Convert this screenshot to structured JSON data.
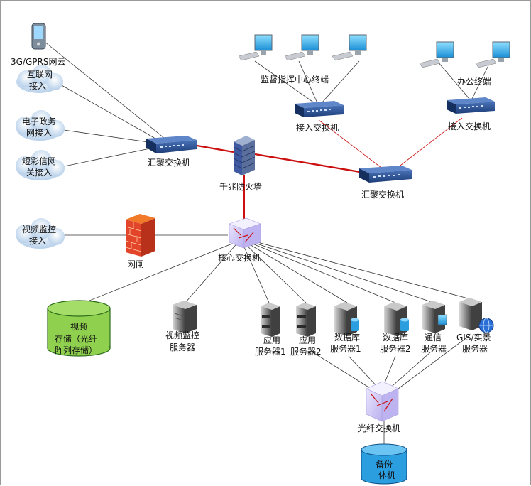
{
  "links": {
    "mobile": "3G/GPRS网云",
    "internet": [
      "互联网",
      "接入"
    ],
    "egov": [
      "电子政务",
      "网接入"
    ],
    "sms": [
      "短彩信网",
      "关接入"
    ],
    "video_access": [
      "视频监控",
      "接入"
    ]
  },
  "nodes": {
    "agg_switch_left": "汇聚交换机",
    "firewall": "千兆防火墙",
    "agg_switch_right": "汇聚交换机",
    "access_switch_1": "接入交换机",
    "access_switch_2": "接入交换机",
    "supervision_terminals": "监督指挥中心终端",
    "office_terminals": "办公终端",
    "gateway": "网闸",
    "core_switch": "核心交换机",
    "video_storage": [
      "视频",
      "存储（光纤",
      "阵列存储）"
    ],
    "video_server": [
      "视频监控",
      "服务器"
    ],
    "app_server_1": [
      "应用",
      "服务器1"
    ],
    "app_server_2": [
      "应用",
      "服务器2"
    ],
    "db_server_1": [
      "数据库",
      "服务器1"
    ],
    "db_server_2": [
      "数据库",
      "服务器2"
    ],
    "comm_server": [
      "通信",
      "服务器"
    ],
    "gis_server": [
      "GIS/实景",
      "服务器"
    ],
    "fiber_switch": "光纤交换机",
    "backup": [
      "备份",
      "一体机"
    ]
  },
  "colors": {
    "cloud": "#c9dcf0",
    "switch": "#2a4f8f",
    "red_link": "#cc1010",
    "storage_green": "#8fd14f",
    "backup_blue": "#2b9ee0"
  }
}
